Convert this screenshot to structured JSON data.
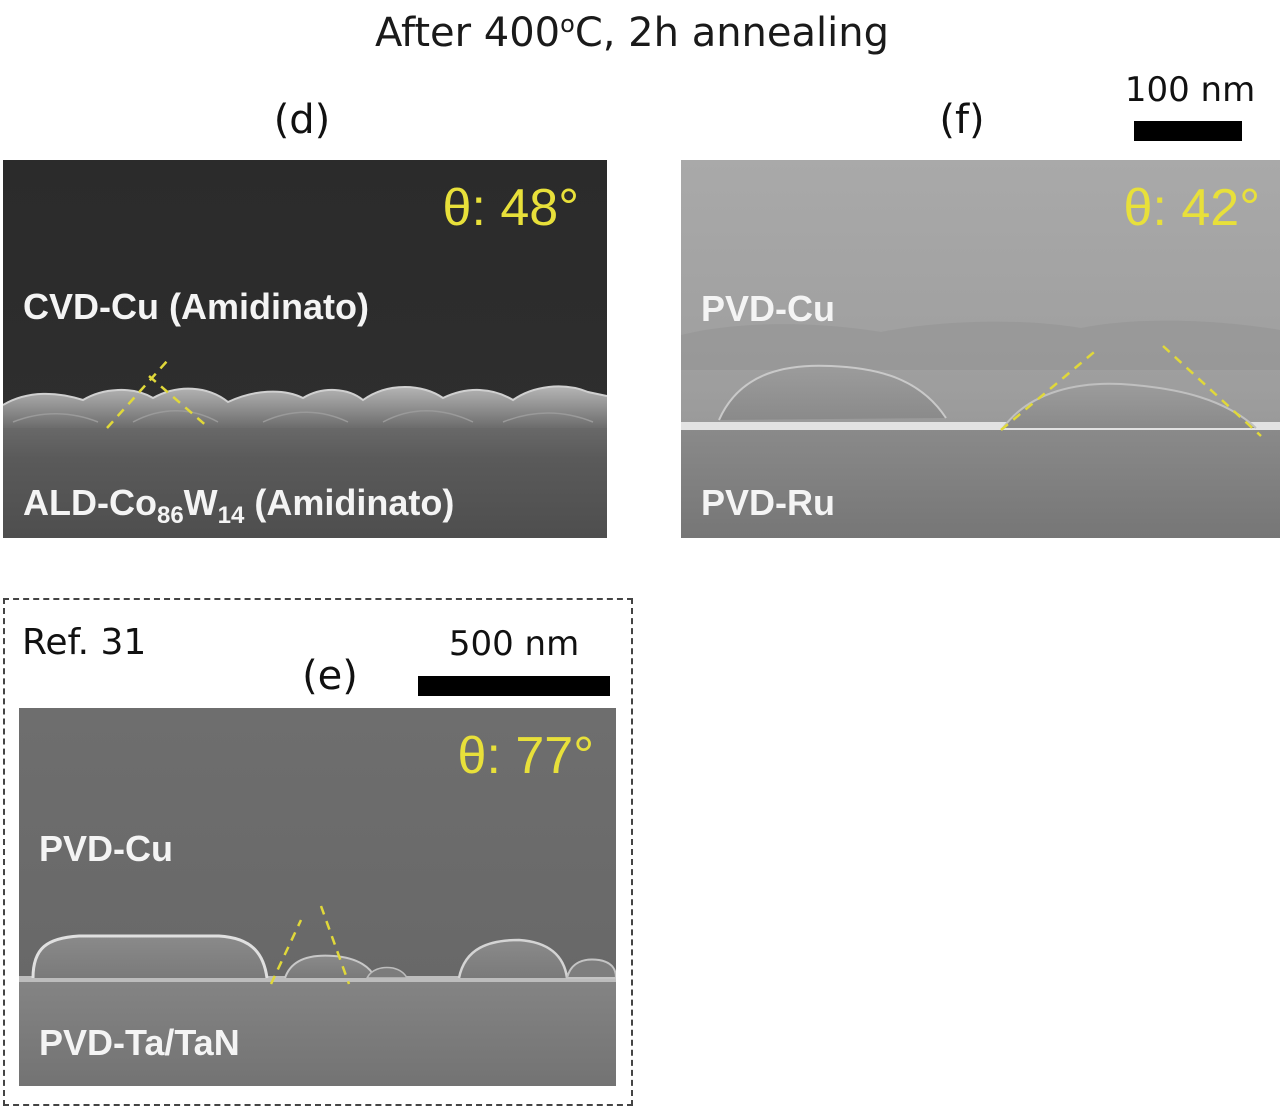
{
  "figure": {
    "title_prefix": "After 400",
    "title_degree": "o",
    "title_suffix": "C, 2h annealing"
  },
  "panels": {
    "d": {
      "label": "(d)",
      "angle": "θ: 48°",
      "top_layer": "CVD-Cu (Amidinato)",
      "bottom_layer_pre": "ALD-Co",
      "bottom_layer_sub1": "86",
      "bottom_layer_mid": "W",
      "bottom_layer_sub2": "14",
      "bottom_layer_post": " (Amidinato)"
    },
    "f": {
      "label": "(f)",
      "angle": "θ: 42°",
      "top_layer": "PVD-Cu",
      "bottom_layer": "PVD-Ru",
      "scale_label": "100 nm"
    },
    "e": {
      "label": "(e)",
      "angle": "θ: 77°",
      "top_layer": "PVD-Cu",
      "bottom_layer": "PVD-Ta/TaN",
      "scale_label": "500 nm",
      "reference": "Ref. 31"
    }
  },
  "colors": {
    "angle_text": "#e8e03a",
    "layer_text": "#f4f4f4",
    "guide_lines": "#e0d83a"
  }
}
